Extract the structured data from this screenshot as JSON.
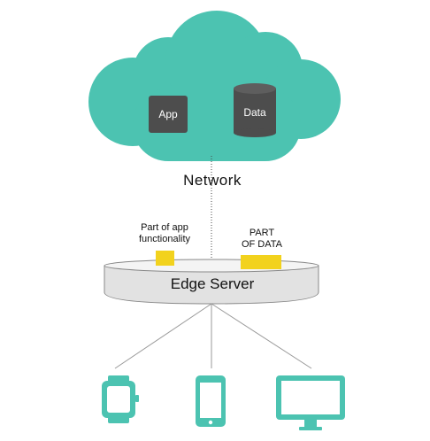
{
  "cloud": {
    "app_label": "App",
    "data_label": "Data",
    "color": "#4cc3b1",
    "box_color": "#4d4d4d"
  },
  "network_label": "Network",
  "edge": {
    "server_label": "Edge Server",
    "part_app_label": "Part of app functionality",
    "part_data_line1": "PART",
    "part_data_line2": "OF DATA",
    "chip_color": "#f2d21d"
  },
  "devices": {
    "color": "#4cc3b1",
    "items": [
      "smartwatch-icon",
      "smartphone-icon",
      "monitor-icon"
    ]
  }
}
